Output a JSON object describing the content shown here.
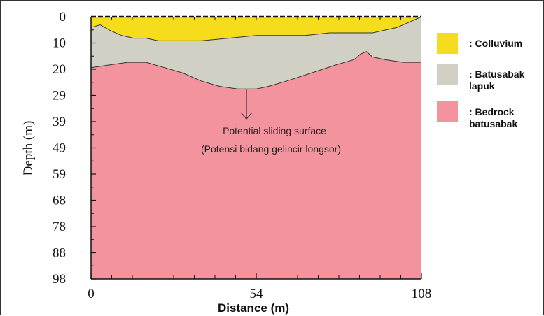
{
  "colors": {
    "colluvium": "#f5dd1e",
    "batusabak_lapuk": "#d1d0c4",
    "bedrock": "#f2939e",
    "axis": "#111111",
    "boundary": "#333333"
  },
  "axes": {
    "y_title": "Depth (m)",
    "x_title": "Distance (m)",
    "y_ticks": [
      "0",
      "10",
      "20",
      "29",
      "39",
      "49",
      "59",
      "68",
      "78",
      "88",
      "98"
    ],
    "x_ticks": [
      "0",
      "54",
      "108"
    ],
    "x_range": [
      0,
      108
    ],
    "y_range": [
      0,
      98
    ],
    "y_reversed": true
  },
  "annotation": {
    "line1": "Potential sliding surface",
    "line2": "(Potensi bidang gelincir longsor)"
  },
  "legend": [
    {
      "color": "#f5dd1e",
      "lines": [
        ": Colluvium"
      ],
      "icon": "colluvium-swatch"
    },
    {
      "color": "#d1d0c4",
      "lines": [
        ": Batusabak",
        "lapuk"
      ],
      "icon": "batusabak-lapuk-swatch"
    },
    {
      "color": "#f2939e",
      "lines": [
        ": Bedrock",
        "batusabak"
      ],
      "icon": "bedrock-swatch"
    }
  ],
  "layers": {
    "colluvium_base": [
      [
        0,
        4
      ],
      [
        3,
        3
      ],
      [
        6,
        5
      ],
      [
        10,
        7
      ],
      [
        14,
        8
      ],
      [
        18,
        8
      ],
      [
        22,
        9
      ],
      [
        28,
        9
      ],
      [
        36,
        9
      ],
      [
        45,
        8
      ],
      [
        54,
        7
      ],
      [
        62,
        7
      ],
      [
        70,
        7
      ],
      [
        78,
        6
      ],
      [
        86,
        6
      ],
      [
        92,
        6
      ],
      [
        96,
        5
      ],
      [
        100,
        4
      ],
      [
        104,
        2
      ],
      [
        108,
        0
      ]
    ],
    "bedrock_top": [
      [
        0,
        19
      ],
      [
        6,
        18
      ],
      [
        12,
        17
      ],
      [
        18,
        17
      ],
      [
        24,
        19
      ],
      [
        30,
        21
      ],
      [
        36,
        24
      ],
      [
        42,
        26
      ],
      [
        48,
        27
      ],
      [
        54,
        27
      ],
      [
        58,
        26
      ],
      [
        64,
        24
      ],
      [
        72,
        21
      ],
      [
        80,
        18
      ],
      [
        86,
        16
      ],
      [
        88,
        14
      ],
      [
        90,
        13
      ],
      [
        92,
        15
      ],
      [
        96,
        16
      ],
      [
        102,
        17
      ],
      [
        108,
        17
      ]
    ]
  }
}
